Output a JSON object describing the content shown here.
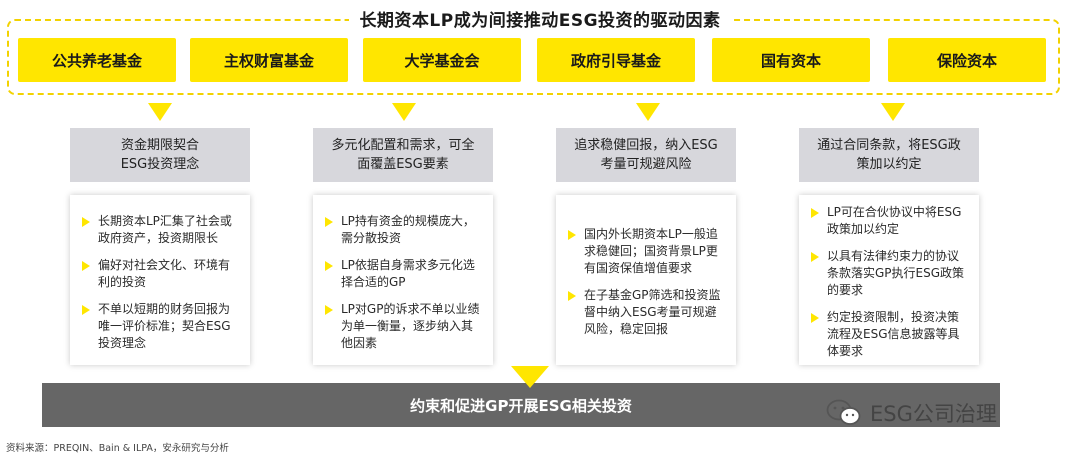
{
  "title": "长期资本LP成为间接推动ESG投资的驱动因素",
  "lp_types": [
    "公共养老基金",
    "主权财富基金",
    "大学基金会",
    "政府引导基金",
    "国有资本",
    "保险资本"
  ],
  "columns": [
    {
      "header": "资金期限契合\nESG投资理念",
      "items": [
        "长期资本LP汇集了社会或政府资产，投资期限长",
        "偏好对社会文化、环境有利的投资",
        "不单以短期的财务回报为唯一评价标准；契合ESG投资理念"
      ]
    },
    {
      "header": "多元化配置和需求，可全面覆盖ESG要素",
      "items": [
        "LP持有资金的规模庞大，需分散投资",
        "LP依据自身需求多元化选择合适的GP",
        "LP对GP的诉求不单以业绩为单一衡量，逐步纳入其他因素"
      ]
    },
    {
      "header": "追求稳健回报，纳入ESG考量可规避风险",
      "items": [
        "国内外长期资本LP一般追求稳健回；国资背景LP更有国资保值增值要求",
        "在子基金GP筛选和投资监督中纳入ESG考量可规避风险，稳定回报"
      ]
    },
    {
      "header": "通过合同条款，将ESG政策加以约定",
      "items": [
        "LP可在合伙协议中将ESG政策加以约定",
        "以具有法律约束力的协议条款落实GP执行ESG政策的要求",
        "约定投资限制，投资决策流程及ESG信息披露等具体要求"
      ]
    }
  ],
  "bottom_bar": "约束和促进GP开展ESG相关投资",
  "source": "资料来源：PREQIN、Bain & ILPA，安永研究与分析",
  "watermark": "ESG公司治理",
  "colors": {
    "accent": "#ffe600",
    "header_bg": "#d7d7dc",
    "bar_bg": "#666666"
  },
  "icons": {
    "bullet": "triangle-right-icon",
    "arrow": "triangle-down-icon",
    "watermark": "wechat-icon"
  }
}
